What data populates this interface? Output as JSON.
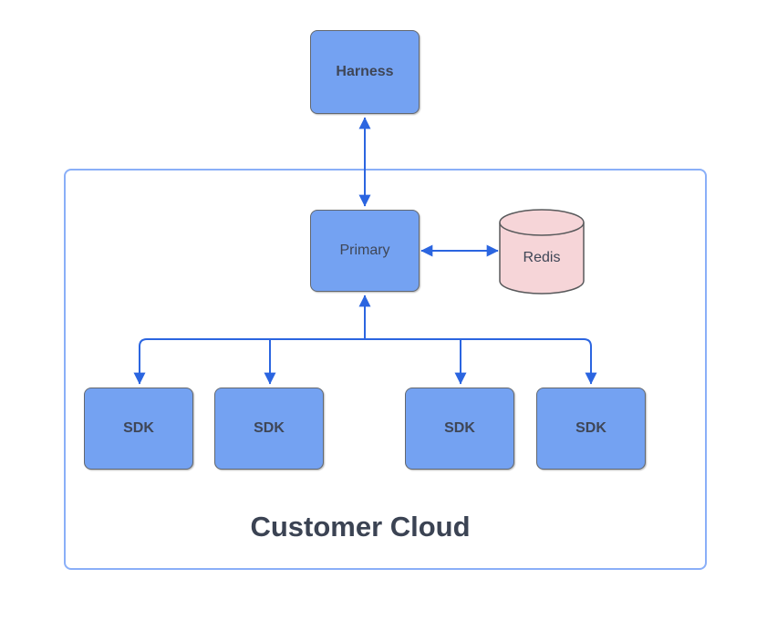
{
  "diagram": {
    "nodes": {
      "harness": {
        "label": "Harness",
        "shape": "rounded-rectangle"
      },
      "primary": {
        "label": "Primary",
        "shape": "rounded-rectangle"
      },
      "redis": {
        "label": "Redis",
        "shape": "cylinder"
      },
      "sdks": [
        {
          "label": "SDK"
        },
        {
          "label": "SDK"
        },
        {
          "label": "SDK"
        },
        {
          "label": "SDK"
        }
      ]
    },
    "container": {
      "label": "Customer Cloud"
    },
    "edges": [
      {
        "from": "harness",
        "to": "primary",
        "style": "bidirectional"
      },
      {
        "from": "primary",
        "to": "redis",
        "style": "bidirectional"
      },
      {
        "from": "sdk-branch",
        "to": "primary",
        "style": "arrow-up"
      },
      {
        "from": "primary",
        "to": "sdk-1",
        "style": "arrow-down"
      },
      {
        "from": "primary",
        "to": "sdk-2",
        "style": "arrow-down"
      },
      {
        "from": "primary",
        "to": "sdk-3",
        "style": "arrow-down"
      },
      {
        "from": "primary",
        "to": "sdk-4",
        "style": "arrow-down"
      }
    ]
  },
  "theme": {
    "canvas_bg": "#ffffff",
    "node_fill": "#74a2f2",
    "node_border": "#63686f",
    "node_text": "#3f4656",
    "redis_fill": "#f6d5d8",
    "redis_border": "#58595b",
    "connector_color": "#2b65e0",
    "container_border": "#8aaff8",
    "title_text": "#3b4353"
  }
}
